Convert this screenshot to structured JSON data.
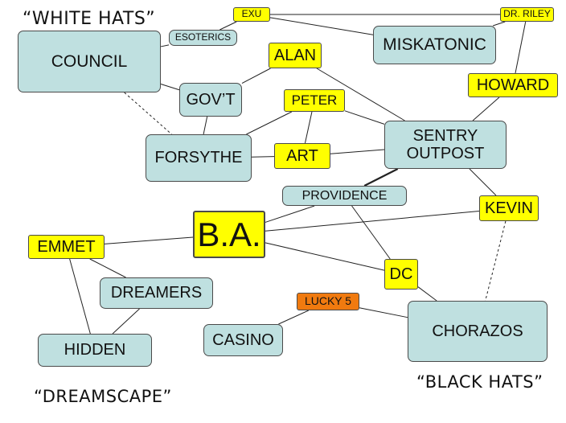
{
  "groups": {
    "white_hats": "“WHITE HATS”",
    "black_hats": "“BLACK HATS”",
    "dreamscape": "“DREAMSCAPE”"
  },
  "nodes": {
    "exu": {
      "label": "EXU",
      "style": "yellow"
    },
    "dr_riley": {
      "label": "DR. RILEY",
      "style": "yellow"
    },
    "esoterics": {
      "label": "ESOTERICS",
      "style": "blue"
    },
    "council": {
      "label": "COUNCIL",
      "style": "blue"
    },
    "miskatonic": {
      "label": "MISKATONIC",
      "style": "blue"
    },
    "alan": {
      "label": "ALAN",
      "style": "yellow"
    },
    "howard": {
      "label": "HOWARD",
      "style": "yellow"
    },
    "govt": {
      "label": "GOV’T",
      "style": "blue"
    },
    "peter": {
      "label": "PETER",
      "style": "yellow"
    },
    "sentry_outpost": {
      "label": "SENTRY\nOUTPOST",
      "style": "blue"
    },
    "forsythe": {
      "label": "FORSYTHE",
      "style": "blue"
    },
    "art": {
      "label": "ART",
      "style": "yellow"
    },
    "providence": {
      "label": "PROVIDENCE",
      "style": "blue"
    },
    "kevin": {
      "label": "KEVIN",
      "style": "yellow"
    },
    "ba": {
      "label": "B.A.",
      "style": "yellow"
    },
    "emmet": {
      "label": "EMMET",
      "style": "yellow"
    },
    "dc": {
      "label": "DC",
      "style": "yellow"
    },
    "dreamers": {
      "label": "DREAMERS",
      "style": "blue"
    },
    "lucky5": {
      "label": "LUCKY 5",
      "style": "orange"
    },
    "chorazos": {
      "label": "CHORAZOS",
      "style": "blue"
    },
    "hidden": {
      "label": "HIDDEN",
      "style": "blue"
    },
    "casino": {
      "label": "CASINO",
      "style": "blue"
    }
  },
  "edges": [
    {
      "from": "exu",
      "to": "dr_riley",
      "style": "solid"
    },
    {
      "from": "exu",
      "to": "esoterics",
      "style": "solid"
    },
    {
      "from": "exu",
      "to": "miskatonic",
      "style": "solid"
    },
    {
      "from": "dr_riley",
      "to": "miskatonic",
      "style": "solid"
    },
    {
      "from": "dr_riley",
      "to": "howard",
      "style": "solid"
    },
    {
      "from": "esoterics",
      "to": "council",
      "style": "solid"
    },
    {
      "from": "council",
      "to": "govt",
      "style": "solid"
    },
    {
      "from": "council",
      "to": "forsythe",
      "style": "dashed"
    },
    {
      "from": "govt",
      "to": "alan",
      "style": "solid"
    },
    {
      "from": "govt",
      "to": "forsythe",
      "style": "solid"
    },
    {
      "from": "alan",
      "to": "sentry_outpost",
      "style": "solid"
    },
    {
      "from": "howard",
      "to": "sentry_outpost",
      "style": "solid"
    },
    {
      "from": "peter",
      "to": "forsythe",
      "style": "solid"
    },
    {
      "from": "peter",
      "to": "art",
      "style": "solid"
    },
    {
      "from": "peter",
      "to": "sentry_outpost",
      "style": "solid"
    },
    {
      "from": "forsythe",
      "to": "art",
      "style": "solid"
    },
    {
      "from": "art",
      "to": "sentry_outpost",
      "style": "solid"
    },
    {
      "from": "sentry_outpost",
      "to": "providence",
      "style": "thick"
    },
    {
      "from": "sentry_outpost",
      "to": "kevin",
      "style": "solid"
    },
    {
      "from": "providence",
      "to": "ba",
      "style": "solid"
    },
    {
      "from": "providence",
      "to": "dc",
      "style": "solid"
    },
    {
      "from": "kevin",
      "to": "ba",
      "style": "solid"
    },
    {
      "from": "kevin",
      "to": "chorazos",
      "style": "dashed"
    },
    {
      "from": "ba",
      "to": "emmet",
      "style": "solid"
    },
    {
      "from": "ba",
      "to": "dc",
      "style": "solid"
    },
    {
      "from": "dc",
      "to": "chorazos",
      "style": "solid"
    },
    {
      "from": "lucky5",
      "to": "chorazos",
      "style": "solid"
    },
    {
      "from": "lucky5",
      "to": "casino",
      "style": "solid"
    },
    {
      "from": "emmet",
      "to": "dreamers",
      "style": "solid"
    },
    {
      "from": "emmet",
      "to": "hidden",
      "style": "solid"
    },
    {
      "from": "dreamers",
      "to": "hidden",
      "style": "solid"
    }
  ]
}
